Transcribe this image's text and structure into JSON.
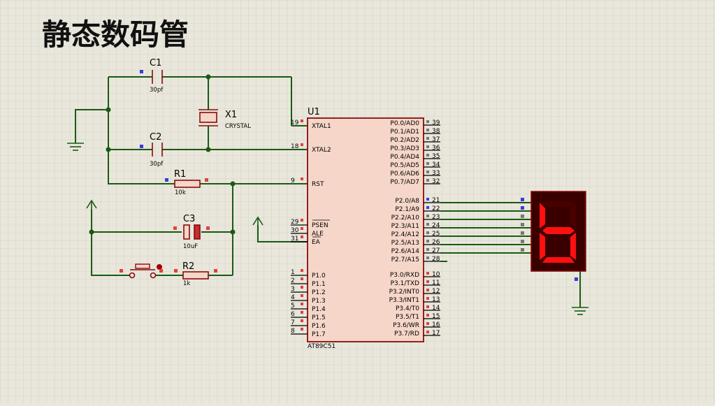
{
  "title": "静态数码管",
  "components": {
    "c1": {
      "ref": "C1",
      "value": "30pf"
    },
    "c2": {
      "ref": "C2",
      "value": "30pf"
    },
    "x1": {
      "ref": "X1",
      "value": "CRYSTAL"
    },
    "r1": {
      "ref": "R1",
      "value": "10k"
    },
    "c3": {
      "ref": "C3",
      "value": "10uF"
    },
    "r2": {
      "ref": "R2",
      "value": "1k"
    },
    "u1": {
      "ref": "U1",
      "part": "AT89C51"
    }
  },
  "u1_left_pins": [
    {
      "num": "19",
      "name": "XTAL1"
    },
    {
      "num": "18",
      "name": "XTAL2"
    },
    {
      "num": "9",
      "name": "RST"
    },
    {
      "num": "29",
      "name": "PSEN"
    },
    {
      "num": "30",
      "name": "ALE"
    },
    {
      "num": "31",
      "name": "EA"
    },
    {
      "num": "1",
      "name": "P1.0"
    },
    {
      "num": "2",
      "name": "P1.1"
    },
    {
      "num": "3",
      "name": "P1.2"
    },
    {
      "num": "4",
      "name": "P1.3"
    },
    {
      "num": "5",
      "name": "P1.4"
    },
    {
      "num": "6",
      "name": "P1.5"
    },
    {
      "num": "7",
      "name": "P1.6"
    },
    {
      "num": "8",
      "name": "P1.7"
    }
  ],
  "u1_right_pins": [
    {
      "num": "39",
      "name": "P0.0/AD0"
    },
    {
      "num": "38",
      "name": "P0.1/AD1"
    },
    {
      "num": "37",
      "name": "P0.2/AD2"
    },
    {
      "num": "36",
      "name": "P0.3/AD3"
    },
    {
      "num": "35",
      "name": "P0.4/AD4"
    },
    {
      "num": "34",
      "name": "P0.5/AD5"
    },
    {
      "num": "33",
      "name": "P0.6/AD6"
    },
    {
      "num": "32",
      "name": "P0.7/AD7"
    },
    {
      "num": "21",
      "name": "P2.0/A8"
    },
    {
      "num": "22",
      "name": "P2.1/A9"
    },
    {
      "num": "23",
      "name": "P2.2/A10"
    },
    {
      "num": "24",
      "name": "P2.3/A11"
    },
    {
      "num": "25",
      "name": "P2.4/A12"
    },
    {
      "num": "26",
      "name": "P2.5/A13"
    },
    {
      "num": "27",
      "name": "P2.6/A14"
    },
    {
      "num": "28",
      "name": "P2.7/A15"
    },
    {
      "num": "10",
      "name": "P3.0/RXD"
    },
    {
      "num": "11",
      "name": "P3.1/TXD"
    },
    {
      "num": "12",
      "name": "P3.2/INT0"
    },
    {
      "num": "13",
      "name": "P3.3/INT1"
    },
    {
      "num": "14",
      "name": "P3.4/T0"
    },
    {
      "num": "15",
      "name": "P3.5/T1"
    },
    {
      "num": "16",
      "name": "P3.6/WR"
    },
    {
      "num": "17",
      "name": "P3.7/RD"
    }
  ],
  "display": {
    "digit": "b",
    "segment_color": "#ff1010",
    "lit_segments": [
      "c",
      "d",
      "e",
      "f",
      "g"
    ]
  },
  "colors": {
    "wire": "#1a5a12",
    "component": "#8a0a0a",
    "chip_fill": "#f5d6c8",
    "background": "#e9e7dc",
    "grid": "#cfcdbf"
  }
}
